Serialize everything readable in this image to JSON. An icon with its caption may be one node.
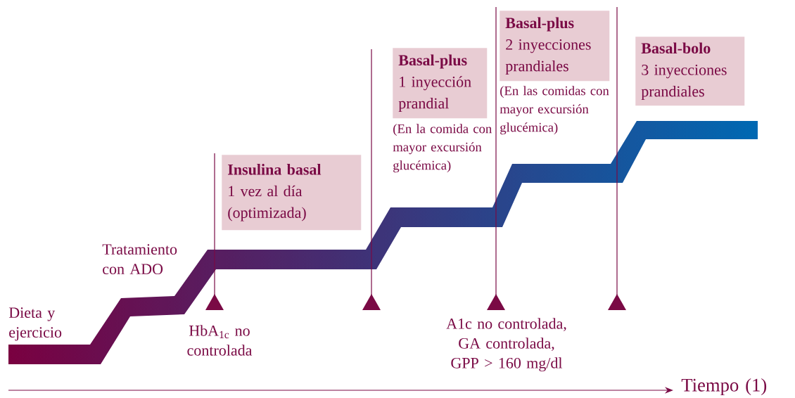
{
  "diagram": {
    "nodes": [
      {
        "text": [
          "Insulina basal",
          "1 vez al día (optimizada)"
        ]
      },
      {
        "text": [
          "Basal-plus",
          "1 inyección prandial"
        ],
        "beside": [
          "(En la comida con mayor excursión glucémica)"
        ]
      },
      {
        "text": [
          "Basal-plus",
          "2 inyecciones prandiales"
        ],
        "beside": [
          "(En las comidas con mayor excursión glucémica)"
        ]
      },
      {
        "text": [
          "Basal-bolo",
          "3 inyecciones prandiales"
        ]
      }
    ],
    "labels": [
      "Dieta y ejercicio",
      "Tratamiento con ADO",
      "HbA$_{1c}$ no controlada",
      "A1c no controlada, GA controlada, GPP > 160 mg/dl",
      "Tiempo (1)"
    ]
  }
}
